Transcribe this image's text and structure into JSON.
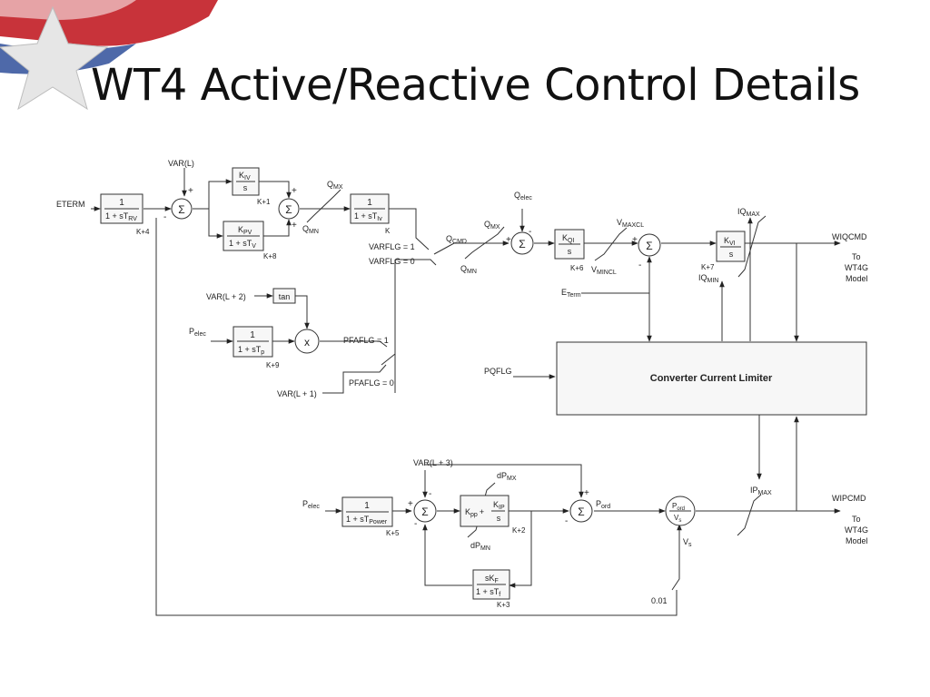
{
  "title": "WT4 Active/Reactive Control Details",
  "colors": {
    "flag_red": "#c8333a",
    "flag_blue": "#2f4f9a",
    "star": "#e8e8e8",
    "line": "#333333"
  },
  "logo_icon": "texas-flag-star-icon",
  "signals": {
    "eterm": "ETERM",
    "var_l": "VAR(L)",
    "var_l2": "VAR(L + 2)",
    "var_l1": "VAR(L + 1)",
    "var_l3": "VAR(L + 3)",
    "pelec": "P",
    "pelec_sub": "elec",
    "pelec2": "P",
    "pelec2_sub": "elec",
    "qelec": "Q",
    "qelec_sub": "elec",
    "eterm2": "E",
    "eterm2_sub": "Term",
    "pqflg": "PQFLG",
    "tan": "tan",
    "vs": "V",
    "vs_sub": "s",
    "point01": "0.01",
    "qcmd": "Q",
    "qcmd_sub": "CMD",
    "pord": "P",
    "pord_sub": "ord"
  },
  "limits": {
    "qmx": "Q",
    "qmx_sub": "MX",
    "qmn": "Q",
    "qmn_sub": "MN",
    "qmx2": "Q",
    "qmx2_sub": "MX",
    "qmn2": "Q",
    "qmn2_sub": "MN",
    "vmaxcl": "V",
    "vmaxcl_sub": "MAXCL",
    "vmincl": "V",
    "vmincl_sub": "MINCL",
    "iqmax": "IQ",
    "iqmax_sub": "MAX",
    "iqmin": "IQ",
    "iqmin_sub": "MIN",
    "dpmx": "dP",
    "dpmx_sub": "MX",
    "dpmn": "dP",
    "dpmn_sub": "MN",
    "ipmax": "IP",
    "ipmax_sub": "MAX"
  },
  "switches": {
    "varflg1": "VARFLG = 1",
    "varflg0": "VARFLG = 0",
    "pfaflg1": "PFAFLG = 1",
    "pfaflg0": "PFAFLG = 0"
  },
  "blocks": {
    "trv": {
      "num": "1",
      "den": "1 + sT",
      "den_sub": "RV",
      "state": "K+4"
    },
    "kiv": {
      "num": "K",
      "num_sub": "IV",
      "den": "s",
      "state": "K+1"
    },
    "kpv": {
      "num": "K",
      "num_sub": "PV",
      "den": "1 + sT",
      "den_sub": "V",
      "state": "K+8"
    },
    "tiv": {
      "num": "1",
      "den": "1 + sT",
      "den_sub": "Iv",
      "state": "K"
    },
    "tp": {
      "num": "1",
      "den": "1 + sT",
      "den_sub": "p",
      "state": "K+9"
    },
    "kqi": {
      "num": "K",
      "num_sub": "QI",
      "den": "s",
      "state": "K+6"
    },
    "kvi": {
      "num": "K",
      "num_sub": "VI",
      "den": "s",
      "state": "K+7"
    },
    "tpower": {
      "num": "1",
      "den": "1 + sT",
      "den_sub": "Power",
      "state": "K+5"
    },
    "pi": {
      "left": "K",
      "left_sub": "pp",
      "plus": "+",
      "num": "K",
      "num_sub": "IP",
      "den": "s",
      "state": "K+2"
    },
    "kf": {
      "num": "sK",
      "num_sub": "F",
      "den": "1 + sT",
      "den_sub": "f",
      "state": "K+3"
    },
    "div": {
      "num": "P",
      "num_sub": "ord",
      "den": "V",
      "den_sub": "s"
    },
    "ccl": {
      "label": "Converter Current Limiter"
    },
    "mult": {
      "label": "x"
    }
  },
  "outputs": {
    "wiqcmd": "WIQCMD",
    "wiqcmd_to": "To",
    "wiqcmd_model": "WT4G",
    "wiqcmd_model2": "Model",
    "wipcmd": "WIPCMD",
    "wipcmd_to": "To",
    "wipcmd_model": "WT4G",
    "wipcmd_model2": "Model"
  },
  "signs": {
    "plus": "+",
    "minus": "-",
    "sigma": "Σ"
  }
}
